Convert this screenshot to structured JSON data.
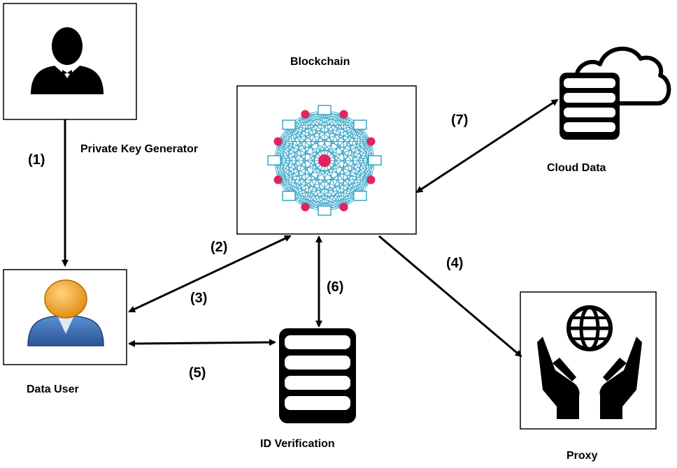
{
  "nodes": {
    "private_key_generator": {
      "label": "Private Key Generator",
      "icon": "admin-person-icon"
    },
    "blockchain": {
      "label": "Blockchain",
      "icon": "network-mesh-icon"
    },
    "cloud_data": {
      "label": "Cloud Data",
      "icon": "cloud-database-icon"
    },
    "data_user": {
      "label": "Data User",
      "icon": "user-avatar-icon"
    },
    "id_verification": {
      "label": "ID Verification",
      "icon": "database-stack-icon"
    },
    "proxy": {
      "label": "Proxy",
      "icon": "globe-hands-icon"
    }
  },
  "edges": [
    {
      "label": "(1)",
      "from": "private_key_generator",
      "to": "data_user"
    },
    {
      "label": "(2)",
      "from": "data_user",
      "to": "blockchain"
    },
    {
      "label": "(3)",
      "from": "blockchain",
      "to": "data_user"
    },
    {
      "label": "(4)",
      "from": "blockchain",
      "to": "proxy"
    },
    {
      "label": "(5)",
      "from": "data_user",
      "to": "id_verification"
    },
    {
      "label": "(6)",
      "from": "blockchain",
      "to": "id_verification"
    },
    {
      "label": "(7)",
      "from": "blockchain",
      "to": "cloud_data"
    }
  ],
  "colors": {
    "network_line": "#3aa6c8",
    "network_node": "#e0245e",
    "avatar_head": "#f0a830",
    "avatar_body": "#3b6fb5"
  }
}
